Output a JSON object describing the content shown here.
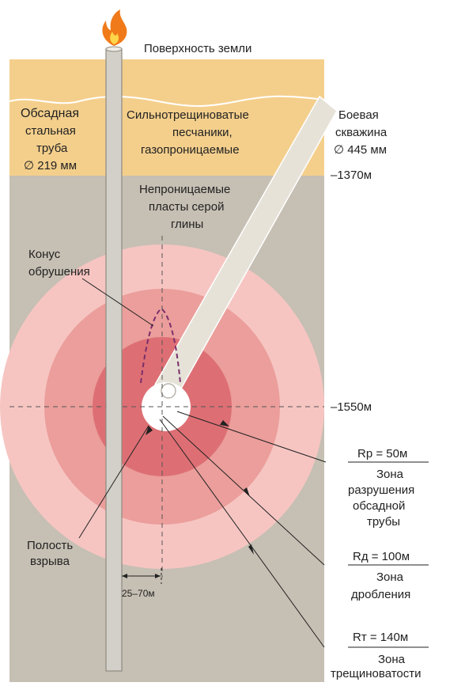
{
  "colors": {
    "sand": "#f4cf8c",
    "rock": "#c6bfb3",
    "zone_fracture": "#f6c5c2",
    "zone_crush": "#eb9e9b",
    "zone_destroy": "#dd6f74",
    "cavity": "#ffffff",
    "pipe": "#d3d0c9",
    "bore": "#e6e2d8",
    "flame": "#f07a1a",
    "dash": "#7a2f6b"
  },
  "labels": {
    "surface": "Поверхность земли",
    "casing_lines": [
      "Обсадная",
      "стальная",
      "труба",
      "∅ 219 мм"
    ],
    "sandstone_lines": [
      "Сильнотрещиноватые",
      "песчаники,",
      "газопроницаемые"
    ],
    "borehole_lines": [
      "Боевая",
      "скважина",
      "∅ 445 мм"
    ],
    "depth_top": "–1370м",
    "clay_lines": [
      "Непроницаемые",
      "пласты серой",
      "глины"
    ],
    "cone_lines": [
      "Конус",
      "обрушения"
    ],
    "depth_center": "–1550м",
    "radius_destroy": "Rр = 50м",
    "zone_destroy_lines": [
      "Зона",
      "разрушения",
      "обсадной",
      "трубы"
    ],
    "cavity_lines": [
      "Полость",
      "взрыва"
    ],
    "radius_crush": "Rд = 100м",
    "zone_crush_lines": [
      "Зона",
      "дробления"
    ],
    "offset": "25–70м",
    "radius_fracture": "Rт = 140м",
    "zone_fracture_lines": [
      "Зона",
      "трещиноватости"
    ]
  }
}
